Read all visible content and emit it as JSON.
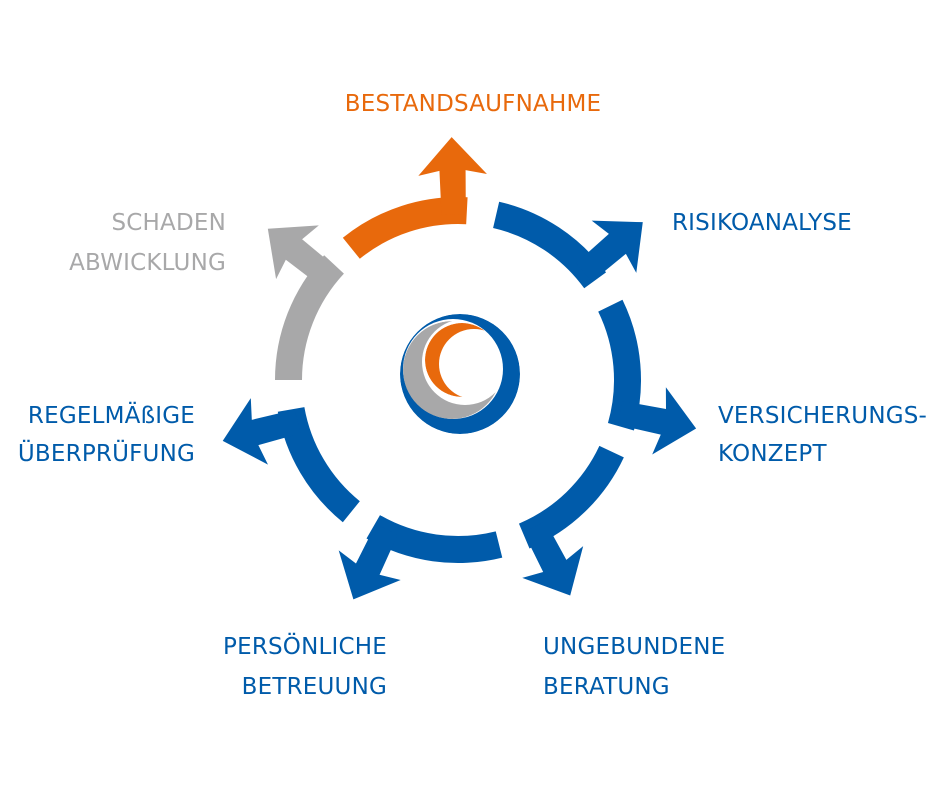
{
  "colors": {
    "orange": "#E8690C",
    "blue": "#005BAA",
    "gray": "#A8A8A9"
  },
  "labels": {
    "bestandsaufnahme": "BESTANDSAUFNAHME",
    "risikoanalyse": "RISIKOANALYSE",
    "versicherungskonzept_1": "VERSICHERUNGS-",
    "versicherungskonzept_2": "KONZEPT",
    "ungebundene_1": "UNGEBUNDENE",
    "ungebundene_2": "BERATUNG",
    "persoenliche_1": "PERSÖNLICHE",
    "persoenliche_2": "BETREUUNG",
    "regelmaessige_1": "REGELMÄßIGE",
    "regelmaessige_2": "ÜBERPRÜFUNG",
    "schaden_1": "SCHADEN",
    "schaden_2": "ABWICKLUNG"
  },
  "segments": [
    {
      "name": "bestandsaufnahme",
      "color": "orange"
    },
    {
      "name": "risikoanalyse",
      "color": "blue"
    },
    {
      "name": "versicherungskonzept",
      "color": "blue"
    },
    {
      "name": "ungebundene-beratung",
      "color": "blue"
    },
    {
      "name": "persoenliche-betreuung",
      "color": "blue"
    },
    {
      "name": "regelmaessige-ueberpruefung",
      "color": "blue"
    },
    {
      "name": "schaden-abwicklung",
      "color": "gray"
    }
  ]
}
